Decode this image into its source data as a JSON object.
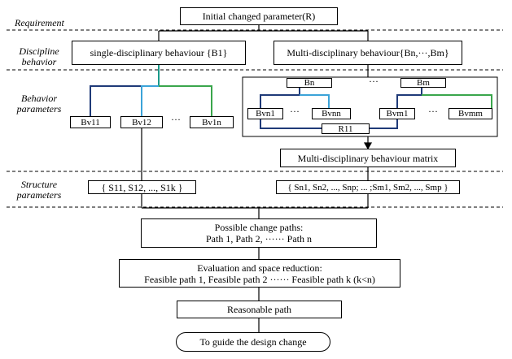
{
  "labels": {
    "requirement": "Requirement",
    "discipline": [
      "Discipline",
      "behavior"
    ],
    "behavior": [
      "Behavior",
      "parameters"
    ],
    "structure": [
      "Structure",
      "parameters"
    ]
  },
  "boxes": {
    "initial": "Initial changed parameter(R)",
    "single": "single-disciplinary behaviour {B1}",
    "multi": "Multi-disciplinary behaviour{Bn,···,Bm}",
    "bv11": "Bv11",
    "bv12": "Bv12",
    "bv1n": "Bv1n",
    "bn": "Bn",
    "bm": "Bm",
    "bvn1": "Bvn1",
    "bvnn": "Bvnn",
    "bvm1": "Bvm1",
    "bvmm": "Bvmm",
    "r11": "R11",
    "matrix": "Multi-disciplinary behaviour matrix",
    "s_single": "{ S11, S12, ..., S1k }",
    "s_multi": "{ Sn1, Sn2, ..., Snp; ... ;Sm1, Sm2, ..., Smp }",
    "paths": [
      "Possible change paths:",
      "Path 1,  Path 2, ······ Path n"
    ],
    "evaluation": [
      "Evaluation and space reduction:",
      "Feasible path 1, Feasible path 2 ······ Feasible path k  (k<n)"
    ],
    "reasonable": "Reasonable path",
    "guide": "To guide the design change"
  },
  "ellipsis": "···",
  "colors": {
    "teal": "#1b9a8a",
    "lightblue": "#3ba3d8",
    "green": "#3aa64c",
    "navy": "#1f3a78"
  }
}
